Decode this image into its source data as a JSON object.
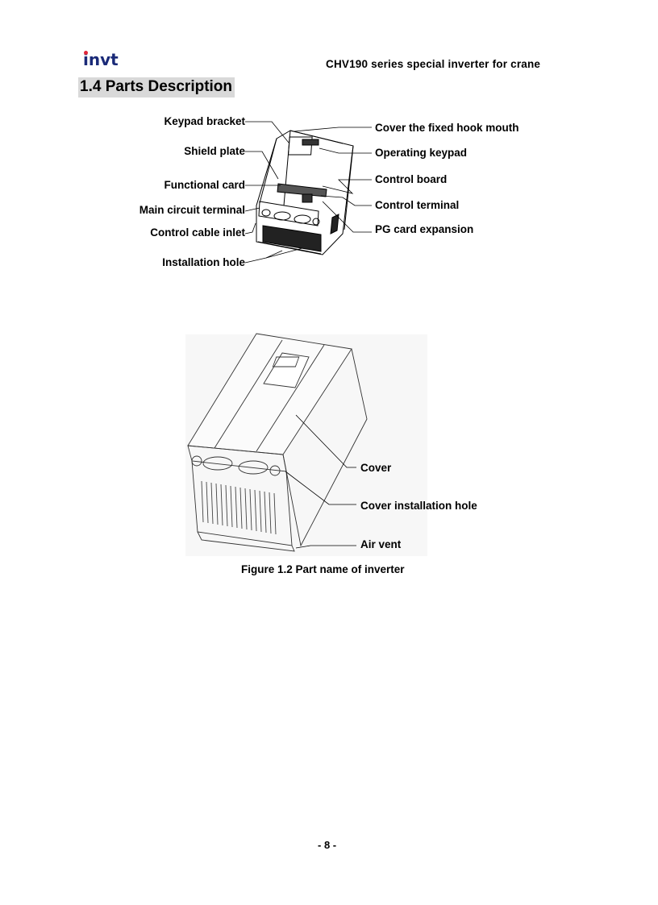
{
  "header": {
    "logo_text": "invt",
    "title": "CHV190 series special inverter for crane"
  },
  "section": {
    "title": "1.4 Parts Description"
  },
  "figure1": {
    "left_labels": [
      "Keypad bracket",
      "Shield plate",
      "Functional card",
      "Main circuit terminal",
      "Control cable inlet",
      "Installation hole"
    ],
    "right_labels": [
      "Cover the fixed hook mouth",
      "Operating keypad",
      "Control board",
      "Control terminal",
      "PG card expansion"
    ]
  },
  "figure2": {
    "labels": [
      "Cover",
      "Cover installation hole",
      "Air vent"
    ],
    "caption": "Figure 1.2 Part name of inverter"
  },
  "footer": {
    "page_number": "- 8 -"
  },
  "colors": {
    "logo_text": "#1a2a78",
    "logo_dot": "#e0263a",
    "section_highlight": "#d9d9d9"
  }
}
